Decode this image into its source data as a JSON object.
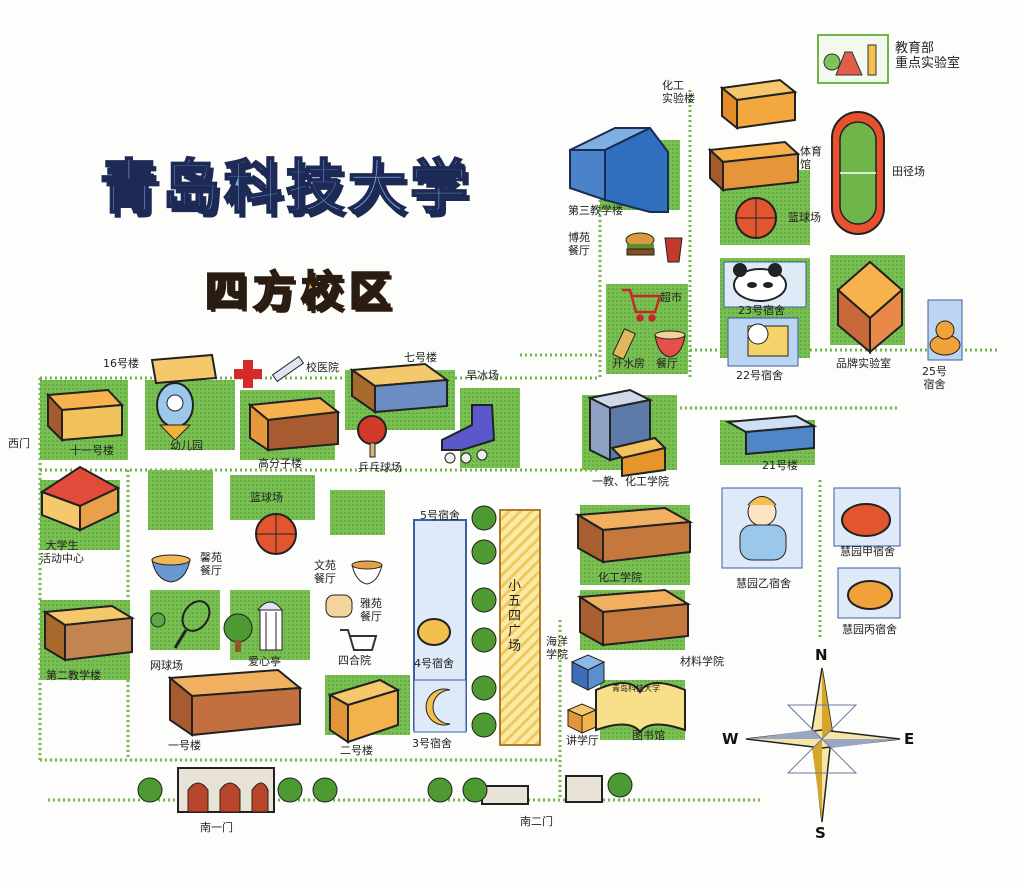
{
  "title": "青岛科技大学",
  "subtitle": "四方校区",
  "labels": {
    "lab_center": "教育部\n重点实验室",
    "chem_lab_bldg": "化工\n实验楼",
    "gym": "体育\n馆",
    "track": "田径场",
    "third_teaching": "第三教学楼",
    "basketball_north": "篮球场",
    "boyuan": "博苑\n餐厅",
    "supermarket": "超市",
    "dorm23": "23号宿舍",
    "boiled_water": "开水房",
    "dining": "餐厅",
    "dorm22": "22号宿舍",
    "key_lab": "品牌实验室",
    "dorm25": "25号\n宿舍",
    "b16": "16号楼",
    "hospital": "校医院",
    "b7": "七号楼",
    "skating": "旱冰场",
    "west_gate": "西门",
    "b11": "十一号楼",
    "kindergarten": "幼儿园",
    "polymer": "高分子楼",
    "pingpong": "乒乓球场",
    "teaching1_chem": "一教、化工学院",
    "dorm21": "21号楼",
    "student_center": "大学生\n活动中心",
    "basketball_mid": "篮球场",
    "dorm5": "5号宿舍",
    "chem_eng_school": "化工学院",
    "huiyuan_a": "慧园甲宿舍",
    "huiyuan_b": "慧园乙宿舍",
    "huiyuan_c": "慧园丙宿舍",
    "xinyuan": "馨苑\n餐厅",
    "wenyuan": "文苑\n餐厅",
    "yayuan": "雅苑\n餐厅",
    "square": "小五四广场",
    "second_teaching": "第二教学楼",
    "tennis": "网球场",
    "aixin": "爱心亭",
    "sihe": "四合院",
    "dorm4": "4号宿舍",
    "ocean": "海洋\n学院",
    "materials": "材料学院",
    "b1": "一号楼",
    "b2": "二号楼",
    "dorm3": "3号宿舍",
    "lecture_hall": "讲学厅",
    "library": "图书馆",
    "library_sign": "青岛科技大学",
    "south_gate1": "南一门",
    "south_gate2": "南二门"
  },
  "compass": {
    "n": "N",
    "s": "S",
    "e": "E",
    "w": "W"
  },
  "colors": {
    "grass": "#6fb64a",
    "road": "#6fb64a",
    "orange_building": "#f0a640",
    "brown_building": "#b36d3c",
    "blue_building": "#8bb8e6",
    "title_blue": "#7fa8d8",
    "subtitle_orange": "#f2a23b"
  },
  "icons": [
    "flask-icon",
    "burger-icon",
    "drink-icon",
    "cart-icon",
    "bowl-icon",
    "panda-icon",
    "cat-icon",
    "pingpong-paddle-icon",
    "rollerskate-icon",
    "rocket-icon",
    "syringe-icon",
    "red-cross-icon",
    "basketball-icon",
    "tennis-racket-icon",
    "bread-icon",
    "tree-icon",
    "moon-icon",
    "bird-icon",
    "fox-icon",
    "book-icon",
    "gate-icon",
    "compass-icon"
  ]
}
